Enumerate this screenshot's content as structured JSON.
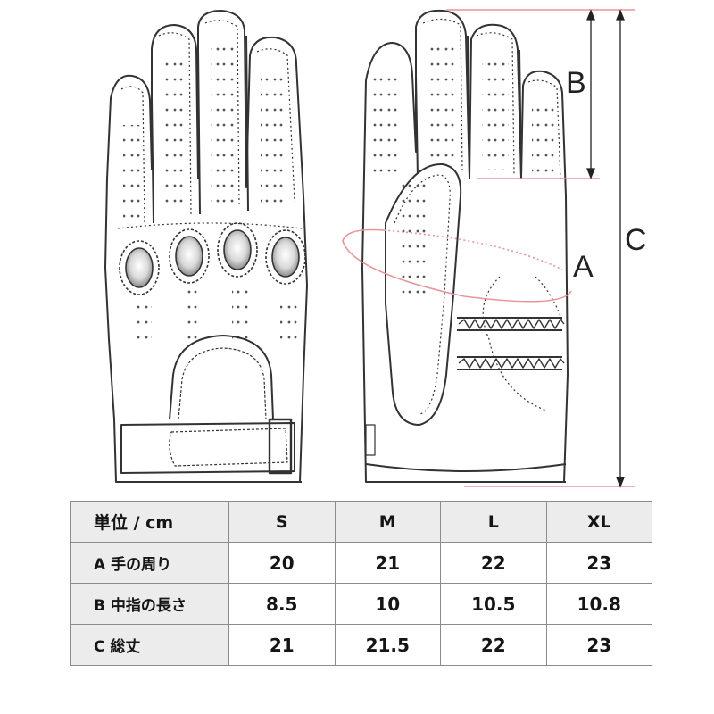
{
  "labels": {
    "a": "A",
    "b": "B",
    "c": "C"
  },
  "table": {
    "header": [
      "単位 / cm",
      "S",
      "M",
      "L",
      "XL"
    ],
    "rows": [
      {
        "label": "A 手の周り",
        "values": [
          "20",
          "21",
          "22",
          "23"
        ]
      },
      {
        "label": "B 中指の長さ",
        "values": [
          "8.5",
          "10",
          "10.5",
          "10.8"
        ]
      },
      {
        "label": "C 総丈",
        "values": [
          "21",
          "21.5",
          "22",
          "23"
        ]
      }
    ]
  },
  "colors": {
    "outline": "#333333",
    "measure_line": "#e8949a",
    "header_bg": "#ececec",
    "border": "#8c8c8c"
  }
}
